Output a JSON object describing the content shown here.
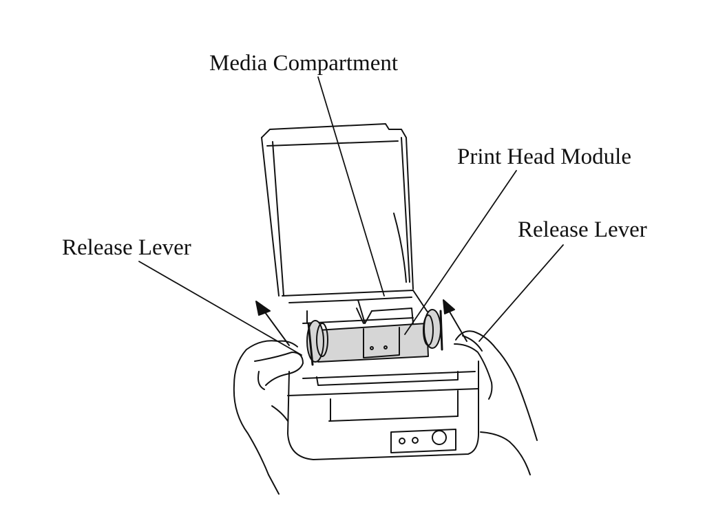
{
  "labels": {
    "media_compartment": "Media Compartment",
    "print_head_module": "Print Head Module",
    "release_lever_left": "Release Lever",
    "release_lever_right": "Release Lever"
  },
  "colors": {
    "line": "#111111",
    "background": "#ffffff",
    "shade": "#d6d6d6"
  }
}
